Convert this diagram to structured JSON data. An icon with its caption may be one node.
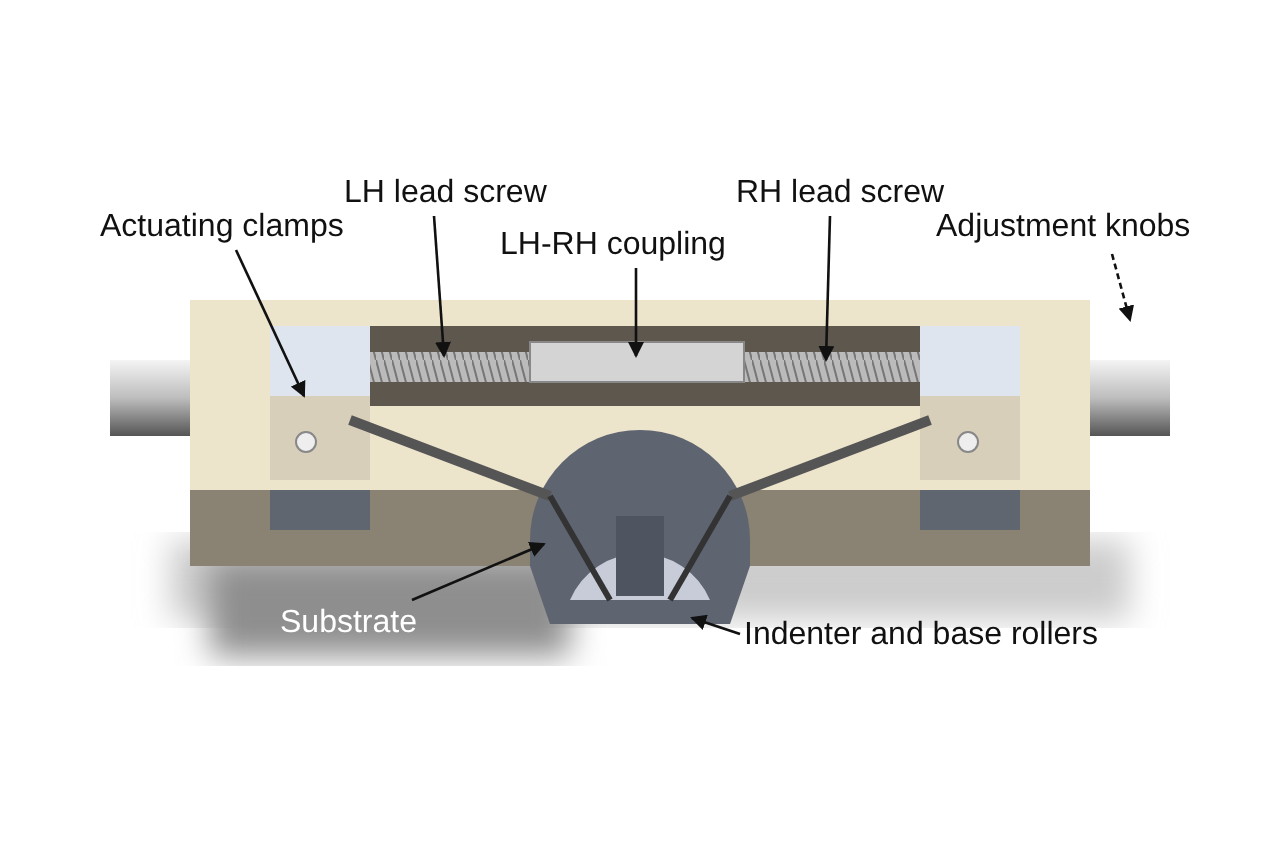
{
  "diagram": {
    "nodes": [
      {
        "text": [
          "LH lead screw"
        ]
      },
      {
        "text": [
          "RH lead screw"
        ]
      },
      {
        "text": [
          "Actuating clamps"
        ]
      },
      {
        "text": [
          "Adjustment knobs"
        ]
      },
      {
        "text": [
          "LH-RH coupling"
        ]
      },
      {
        "text": [
          "Substrate"
        ]
      },
      {
        "text": [
          "Indenter and base rollers"
        ]
      }
    ],
    "edges": [
      {
        "from": 0,
        "to": null,
        "arrow": "to"
      },
      {
        "from": 1,
        "to": null,
        "arrow": "to"
      },
      {
        "from": 2,
        "to": null,
        "arrow": "to"
      },
      {
        "from": 3,
        "to": null,
        "arrow": "to",
        "style": "dashed"
      },
      {
        "from": 4,
        "to": null,
        "arrow": "to"
      },
      {
        "from": 5,
        "to": null,
        "arrow": "to"
      },
      {
        "from": 6,
        "to": null,
        "arrow": "to"
      }
    ]
  }
}
